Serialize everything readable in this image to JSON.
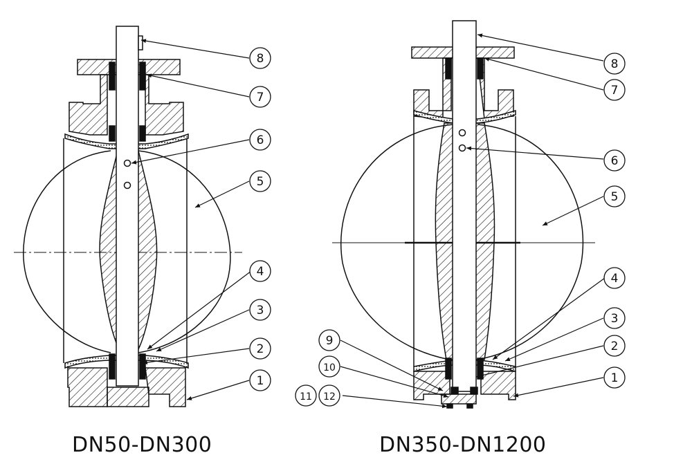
{
  "captions": {
    "small_range": "DN50-DN300",
    "large_range": "DN350-DN1200"
  },
  "left_view": {
    "callouts": [
      "8",
      "7",
      "6",
      "5",
      "4",
      "3",
      "2",
      "1"
    ]
  },
  "right_view": {
    "callouts": [
      "8",
      "7",
      "6",
      "5",
      "4",
      "3",
      "2",
      "1",
      "9",
      "10",
      "11",
      "12"
    ]
  },
  "colors": {
    "line": "#111111",
    "background": "#ffffff"
  }
}
